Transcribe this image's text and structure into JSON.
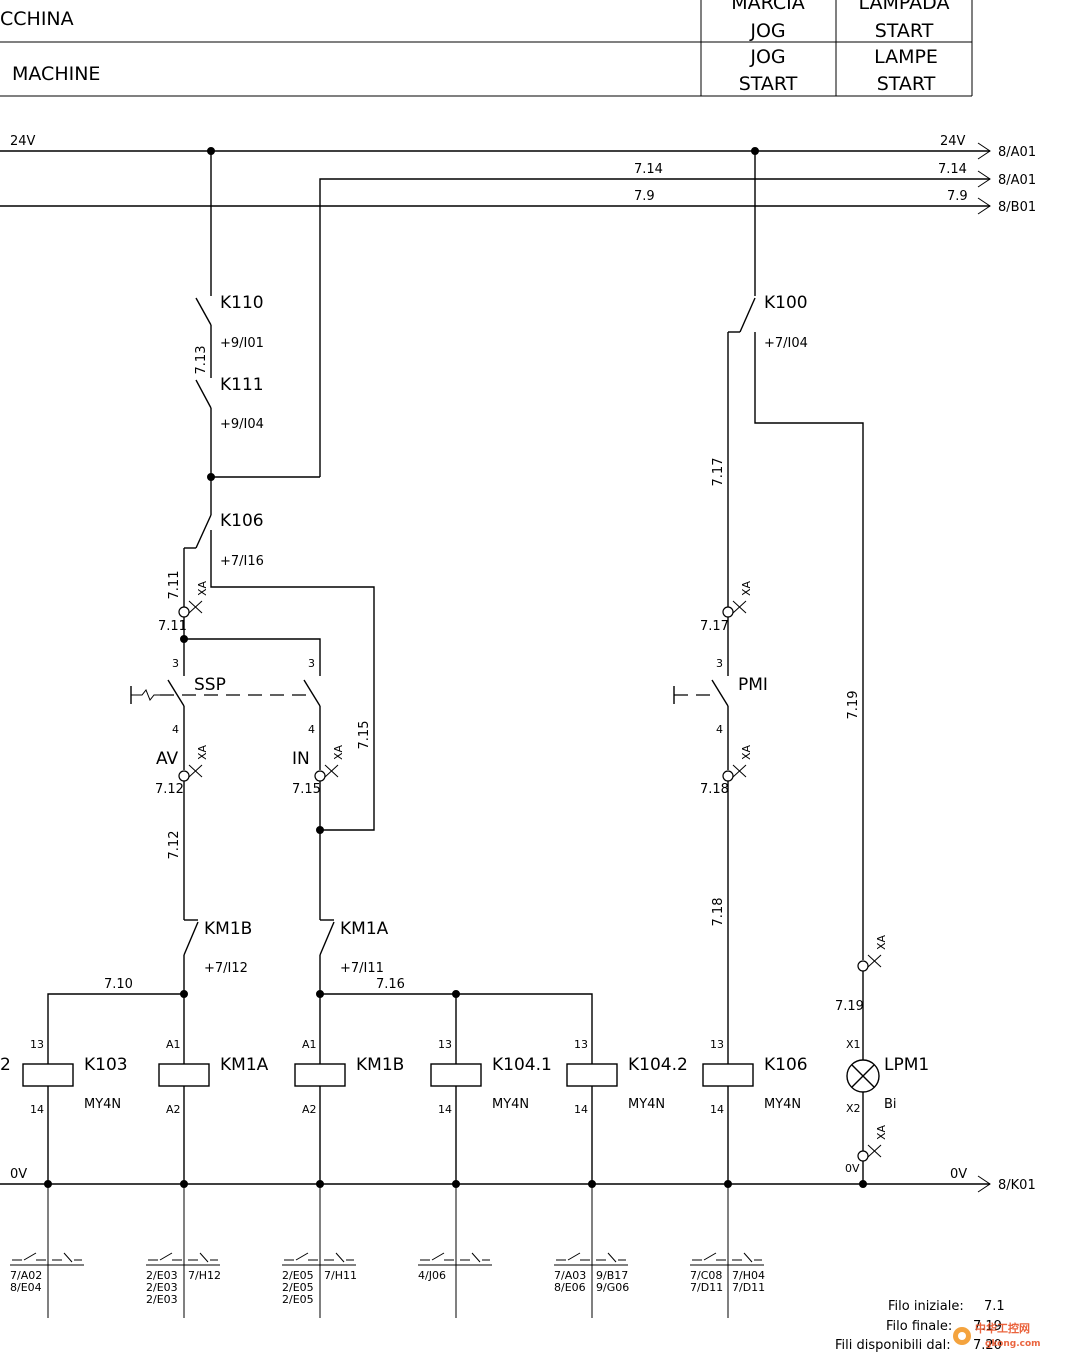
{
  "title_block": {
    "row1_title": "CCHINA",
    "row2_title": "MACHINE",
    "col1_row1_line1": "MARCIA",
    "col1_row1_line2": "JOG",
    "col1_row2_line1": "JOG",
    "col1_row2_line2": "START",
    "col2_row1_line1": "LAMPADA",
    "col2_row1_line2": "START",
    "col2_row2_line1": "LAMPE",
    "col2_row2_line2": "START"
  },
  "rails": {
    "r24_left": "24V",
    "r24_right": "24V",
    "r24_ref": "8/A01",
    "r714_mid": "7.14",
    "r714_right": "7.14",
    "r714_ref": "8/A01",
    "r79_mid": "7.9",
    "r79_right": "7.9",
    "r79_ref": "8/B01",
    "r0_left": "0V",
    "r0_right": "0V",
    "r0_ref": "8/K01"
  },
  "contacts": {
    "k110": "K110",
    "k110_ref": "+9/I01",
    "k111": "K111",
    "k111_ref": "+9/I04",
    "k106": "K106",
    "k106_ref": "+7/I16",
    "k100": "K100",
    "k100_ref": "+7/I04",
    "km1b": "KM1B",
    "km1b_ref": "+7/I12",
    "km1a": "KM1A",
    "km1a_ref": "+7/I11",
    "ssp": "SSP",
    "pmi": "PMI",
    "av": "AV",
    "in": "IN"
  },
  "wires": {
    "w713": "7.13",
    "w711a": "7.11",
    "w711b": "7.11",
    "w712a": "7.12",
    "w712b": "7.12",
    "w715a": "7.15",
    "w715b": "7.15",
    "w717a": "7.17",
    "w717b": "7.17",
    "w718a": "7.18",
    "w718b": "7.18",
    "w719a": "7.19",
    "w719b": "7.19",
    "w710": "7.10",
    "w716": "7.16"
  },
  "terminals": {
    "xa": "XA",
    "t3": "3",
    "t4": "4",
    "x1": "X1",
    "x2": "X2",
    "zero": "0V"
  },
  "coils": [
    {
      "name": "K103",
      "type": "MY4N",
      "top": "13",
      "bottom": "14"
    },
    {
      "name": "KM1A",
      "type": "",
      "top": "A1",
      "bottom": "A2"
    },
    {
      "name": "KM1B",
      "type": "",
      "top": "A1",
      "bottom": "A2"
    },
    {
      "name": "K104.1",
      "type": "MY4N",
      "top": "13",
      "bottom": "14"
    },
    {
      "name": "K104.2",
      "type": "MY4N",
      "top": "13",
      "bottom": "14"
    },
    {
      "name": "K106",
      "type": "MY4N",
      "top": "13",
      "bottom": "14"
    }
  ],
  "lamp": {
    "name": "LPM1",
    "color": "Bi"
  },
  "crossrefs": [
    {
      "left": [
        "7/A02",
        "8/E04"
      ],
      "right": []
    },
    {
      "left": [
        "2/E03",
        "2/E03",
        "2/E03"
      ],
      "right": [
        "7/H12"
      ]
    },
    {
      "left": [
        "2/E05",
        "2/E05",
        "2/E05"
      ],
      "right": [
        "7/H11"
      ]
    },
    {
      "left": [
        "4/J06"
      ],
      "right": []
    },
    {
      "left": [
        "7/A03",
        "8/E06"
      ],
      "right": [
        "9/B17",
        "9/G06"
      ]
    },
    {
      "left": [
        "7/C08",
        "7/D11"
      ],
      "right": [
        "7/H04",
        "7/D11"
      ]
    }
  ],
  "footer": {
    "initial_label": "Filo iniziale:",
    "initial_value": "7.1",
    "final_label": "Filo finale:",
    "final_value": "7.19",
    "available_label": "Fili disponibili dal:",
    "available_value": "7.20",
    "watermark": "中华工控网",
    "watermark_url": "gkong.com"
  }
}
